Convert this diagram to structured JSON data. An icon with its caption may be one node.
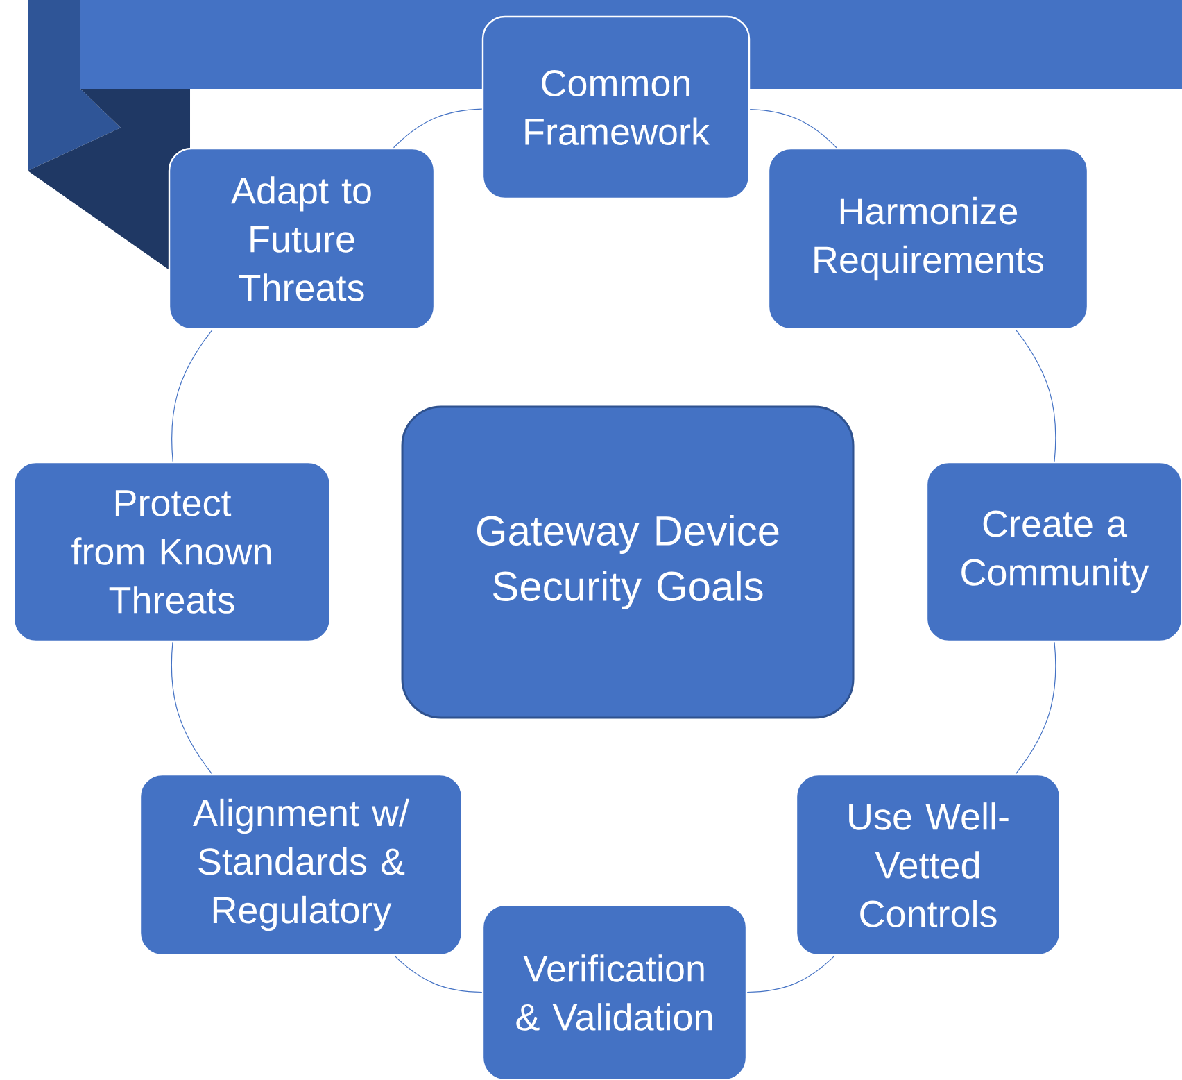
{
  "diagram": {
    "nodes": [
      {
        "text": [
          "Gateway Device Security Goals"
        ]
      },
      {
        "text": [
          "Common Framework"
        ]
      },
      {
        "text": [
          "Harmonize Requirements"
        ]
      },
      {
        "text": [
          "Create a Community"
        ]
      },
      {
        "text": [
          "Use Well-Vetted Controls"
        ]
      },
      {
        "text": [
          "Verification & Validation"
        ]
      },
      {
        "text": [
          "Alignment w/ Standards & Regulatory"
        ]
      },
      {
        "text": [
          "Protect from Known Threats"
        ]
      },
      {
        "text": [
          "Adapt to Future Threats"
        ]
      }
    ],
    "edges": [
      {
        "from": 1,
        "to": 2,
        "arrow": "none"
      },
      {
        "from": 2,
        "to": 3,
        "arrow": "none"
      },
      {
        "from": 3,
        "to": 4,
        "arrow": "none"
      },
      {
        "from": 4,
        "to": 5,
        "arrow": "none"
      },
      {
        "from": 5,
        "to": 6,
        "arrow": "none"
      },
      {
        "from": 6,
        "to": 7,
        "arrow": "none"
      },
      {
        "from": 7,
        "to": 8,
        "arrow": "none"
      },
      {
        "from": 8,
        "to": 1,
        "arrow": "none"
      }
    ]
  }
}
